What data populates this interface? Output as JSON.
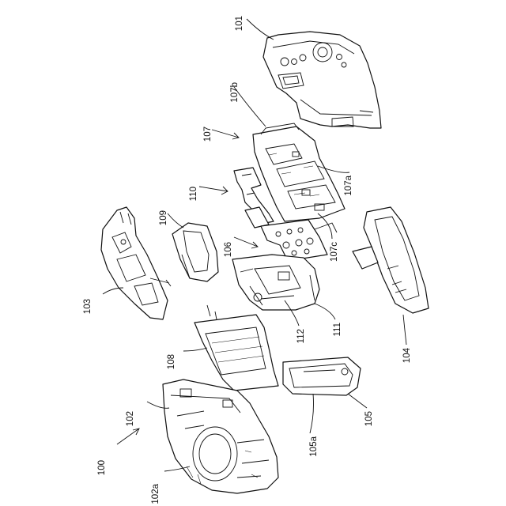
{
  "labels": {
    "assembly": "100",
    "rear_cover": "101",
    "front_body": "102",
    "front_body_part": "102a",
    "top_cover": "103",
    "side_cover": "104",
    "battery_box": "105",
    "battery_box_part": "105a",
    "sensor_unit": "106",
    "main_board": "107",
    "main_board_part_a": "107a",
    "main_board_part_b": "107b",
    "main_board_part_c": "107c",
    "shutter_frame": "108",
    "eyecup": "109",
    "flex_circuit": "110",
    "mount_unit": "111",
    "mount_unit_part": "112"
  }
}
